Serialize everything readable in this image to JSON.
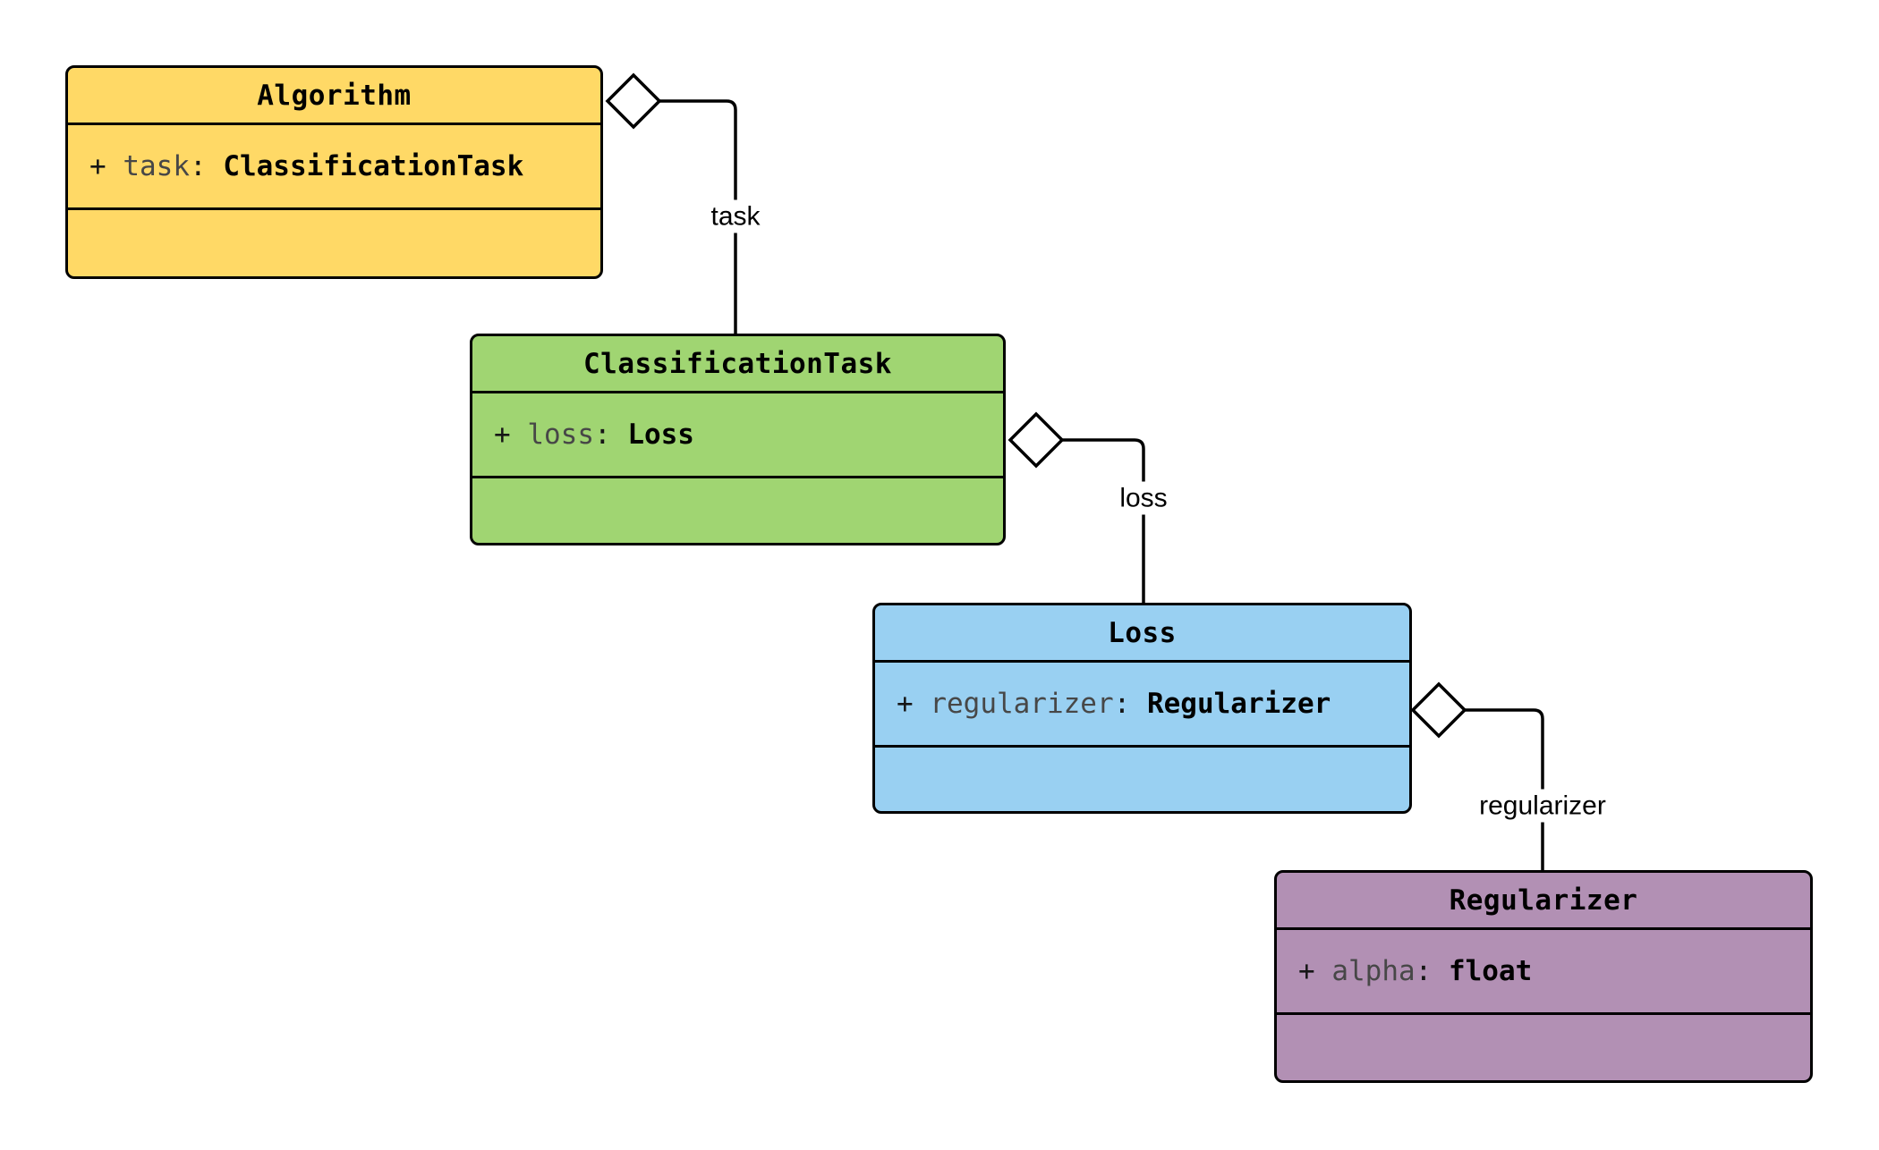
{
  "diagram": {
    "type": "uml-class-diagram",
    "classes": [
      {
        "title": "Algorithm",
        "attribute": {
          "prefix": "+ ",
          "name": "task",
          "colon": ": ",
          "type": "ClassificationTask"
        },
        "fill": "#FFD966"
      },
      {
        "title": "ClassificationTask",
        "attribute": {
          "prefix": "+ ",
          "name": "loss",
          "colon": ": ",
          "type": "Loss"
        },
        "fill": "#A0D572"
      },
      {
        "title": "Loss",
        "attribute": {
          "prefix": "+ ",
          "name": "regularizer",
          "colon": ": ",
          "type": "Regularizer"
        },
        "fill": "#99D0F2"
      },
      {
        "title": "Regularizer",
        "attribute": {
          "prefix": "+ ",
          "name": "alpha",
          "colon": ": ",
          "type": "float"
        },
        "fill": "#B290B4"
      }
    ],
    "relations": [
      {
        "label": "task",
        "from": "Algorithm",
        "to": "ClassificationTask",
        "kind": "aggregation"
      },
      {
        "label": "loss",
        "from": "ClassificationTask",
        "to": "Loss",
        "kind": "aggregation"
      },
      {
        "label": "regularizer",
        "from": "Loss",
        "to": "Regularizer",
        "kind": "aggregation"
      }
    ],
    "colors": {
      "border": "#000000",
      "edge": "#000000",
      "diamond_fill": "#FFFFFF",
      "label_background": "#FFFFFF",
      "canvas_background": "#FFFFFF"
    }
  }
}
